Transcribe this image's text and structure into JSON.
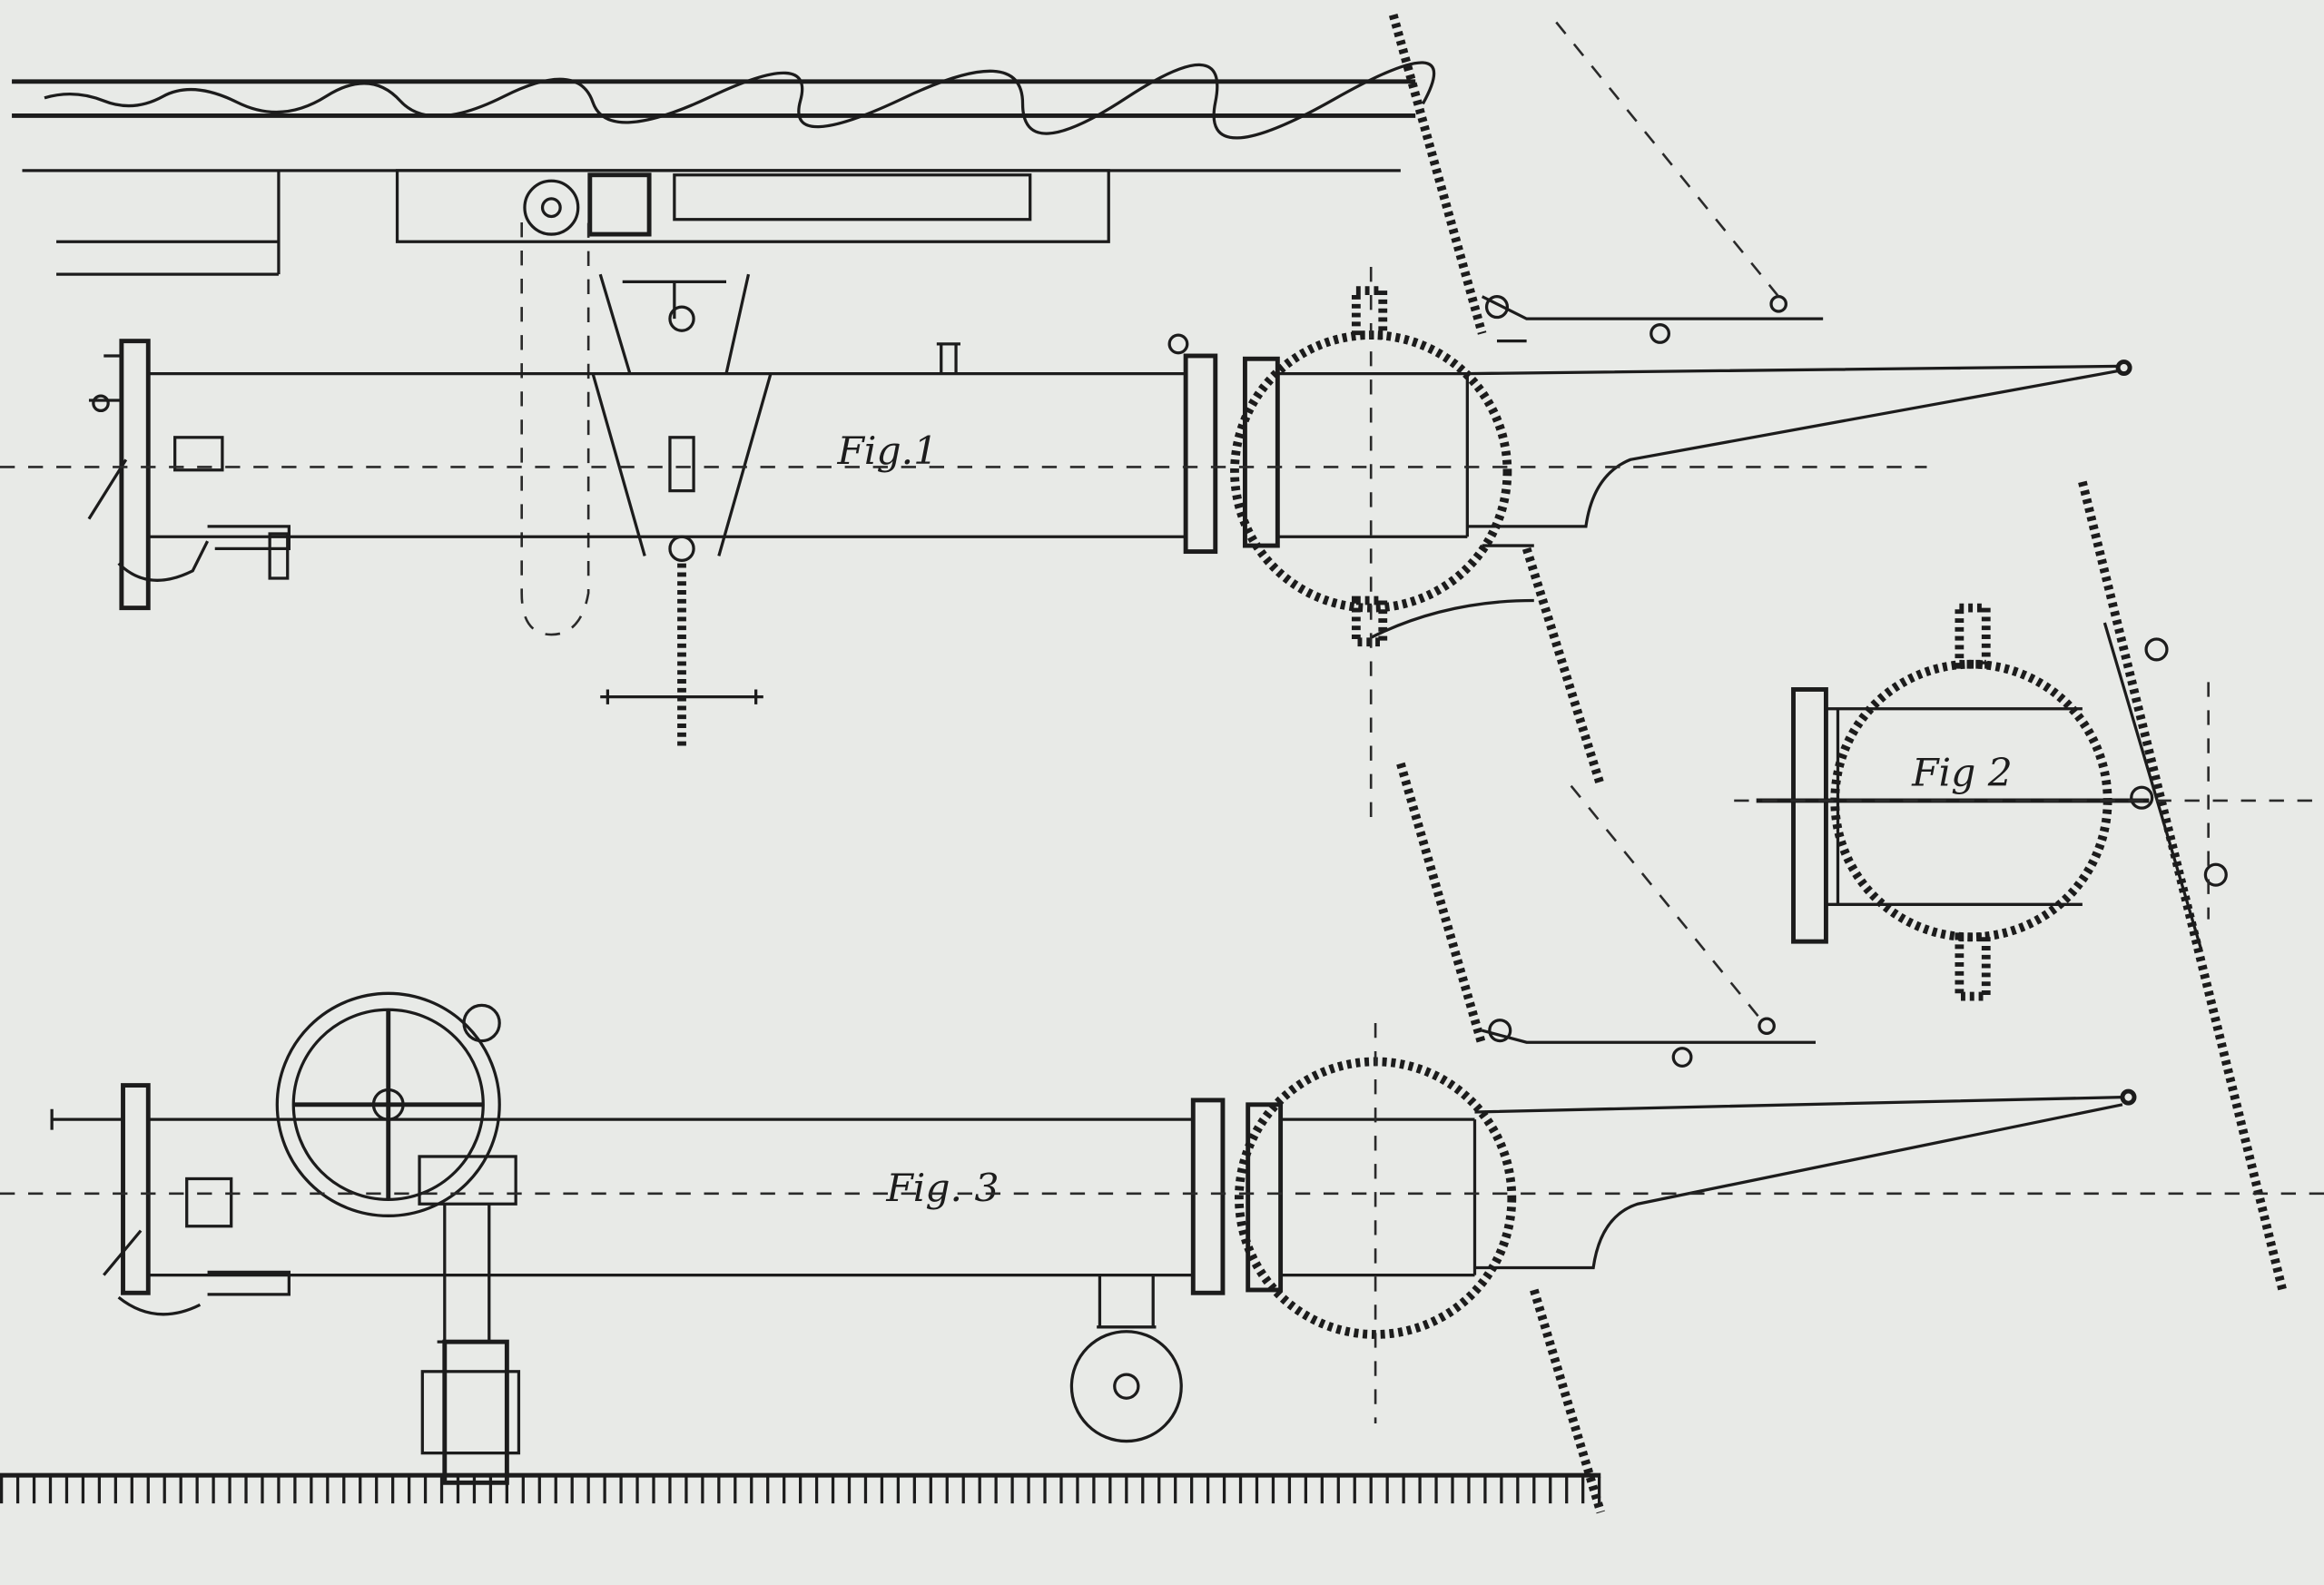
{
  "figures": {
    "fig1": {
      "label": "Fig.1"
    },
    "fig2": {
      "label": "Fig 2"
    },
    "fig3": {
      "label": "Fig. 3"
    }
  },
  "colors": {
    "paper": "#e8eae7",
    "ink": "#1c1c1c"
  }
}
